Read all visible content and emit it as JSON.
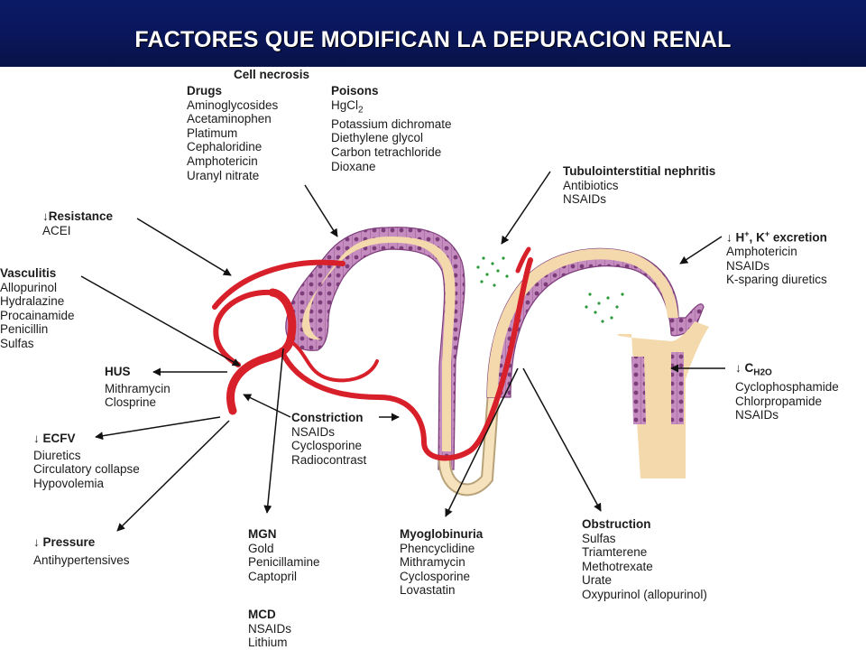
{
  "title": "FACTORES QUE MODIFICAN LA DEPURACION RENAL",
  "colors": {
    "header_bg": "#0a165a",
    "vessel": "#d8202a",
    "tubule_fill": "#f3d9ac",
    "epithelium": "#b879b0",
    "epithelium_dark": "#7d3c7a",
    "interstitial_dots": "#2e9a3c"
  },
  "cell_necrosis": {
    "heading": "Cell necrosis",
    "drugs": {
      "heading": "Drugs",
      "items": [
        "Aminoglycosides",
        "Acetaminophen",
        "Platimum",
        "Cephaloridine",
        "Amphotericin",
        "Uranyl nitrate"
      ]
    },
    "poisons": {
      "heading": "Poisons",
      "items": [
        "Potassium dichromate",
        "Diethylene glycol",
        "Carbon tetrachloride",
        "Dioxane"
      ],
      "hgcl2_base": "HgCl",
      "hgcl2_sub": "2"
    }
  },
  "resistance": {
    "arrow": "↓",
    "heading": "Resistance",
    "items": [
      "ACEI"
    ]
  },
  "vasculitis": {
    "heading": "Vasculitis",
    "items": [
      "Allopurinol",
      "Hydralazine",
      "Procainamide",
      "Penicillin",
      "Sulfas"
    ]
  },
  "hus": {
    "heading": "HUS",
    "items": [
      "Mithramycin",
      "Closprine"
    ]
  },
  "ecfv": {
    "arrow": "↓",
    "heading": "ECFV",
    "items": [
      "Diuretics",
      "Circulatory collapse",
      "Hypovolemia"
    ]
  },
  "pressure": {
    "arrow": "↓",
    "heading": "Pressure",
    "items": [
      "Antihypertensives"
    ]
  },
  "tubulointerstitial": {
    "heading": "Tubulointerstitial nephritis",
    "items": [
      "Antibiotics",
      "NSAIDs"
    ]
  },
  "hk_excretion": {
    "arrow": "↓",
    "h": "H",
    "k": "K",
    "plus": "+",
    "comma": ",",
    "suffix": "excretion",
    "items": [
      "Amphotericin",
      "NSAIDs",
      "K-sparing diuretics"
    ]
  },
  "ch2o": {
    "arrow": "↓",
    "c": "C",
    "sub": "H2O",
    "items": [
      "Cyclophosphamide",
      "Chlorpropamide",
      "NSAIDs"
    ]
  },
  "constriction": {
    "heading": "Constriction",
    "items": [
      "NSAIDs",
      "Cyclosporine",
      "Radiocontrast"
    ]
  },
  "mgn": {
    "heading": "MGN",
    "items": [
      "Gold",
      "Penicillamine",
      "Captopril"
    ]
  },
  "mcd": {
    "heading": "MCD",
    "items": [
      "NSAIDs",
      "Lithium"
    ]
  },
  "myoglobinuria": {
    "heading": "Myoglobinuria",
    "items": [
      "Phencyclidine",
      "Mithramycin",
      "Cyclosporine",
      "Lovastatin"
    ]
  },
  "obstruction": {
    "heading": "Obstruction",
    "items": [
      "Sulfas",
      "Triamterene",
      "Methotrexate",
      "Urate",
      "Oxypurinol (allopurinol)"
    ]
  }
}
